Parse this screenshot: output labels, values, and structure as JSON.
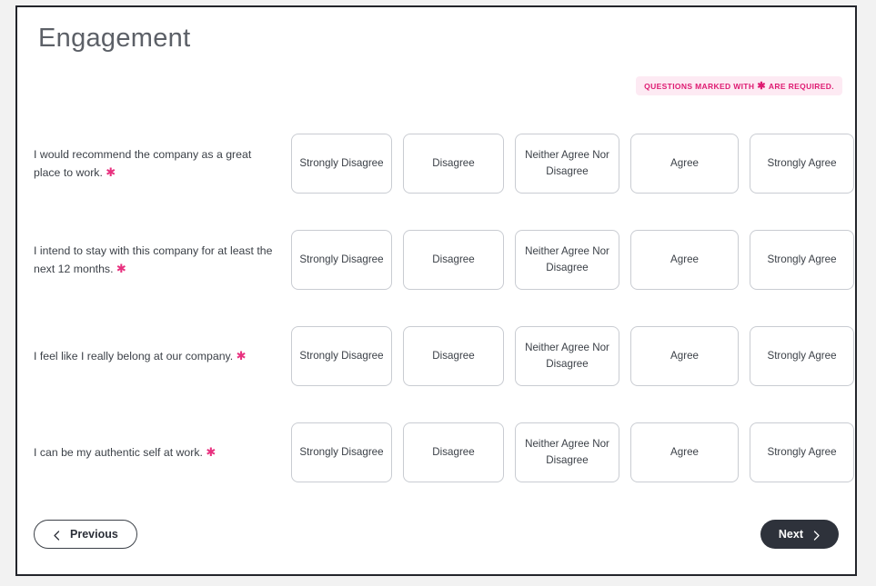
{
  "page": {
    "title": "Engagement",
    "required_notice": {
      "prefix": "QUESTIONS MARKED WITH",
      "star": "✱",
      "suffix": "ARE REQUIRED."
    }
  },
  "scale_options": [
    "Strongly Disagree",
    "Disagree",
    "Neither Agree Nor Disagree",
    "Agree",
    "Strongly Agree"
  ],
  "questions": [
    {
      "text": "I would recommend the company as a great place to work.",
      "required_marker": "✱"
    },
    {
      "text": "I intend to stay with this company for at least the next 12 months.",
      "required_marker": "✱"
    },
    {
      "text": "I feel like I really belong at our company.",
      "required_marker": "✱"
    },
    {
      "text": "I can be my authentic self at work.",
      "required_marker": "✱"
    }
  ],
  "footer": {
    "previous_label": "Previous",
    "next_label": "Next"
  },
  "colors": {
    "accent_pink": "#e8317f",
    "banner_background": "#fdeaf3",
    "banner_text": "#de1b72",
    "next_button_background": "#2e323b",
    "card_border": "#23252b",
    "option_border": "#c9ccd2",
    "title_text": "#5c6067",
    "body_text": "#3c4148"
  }
}
